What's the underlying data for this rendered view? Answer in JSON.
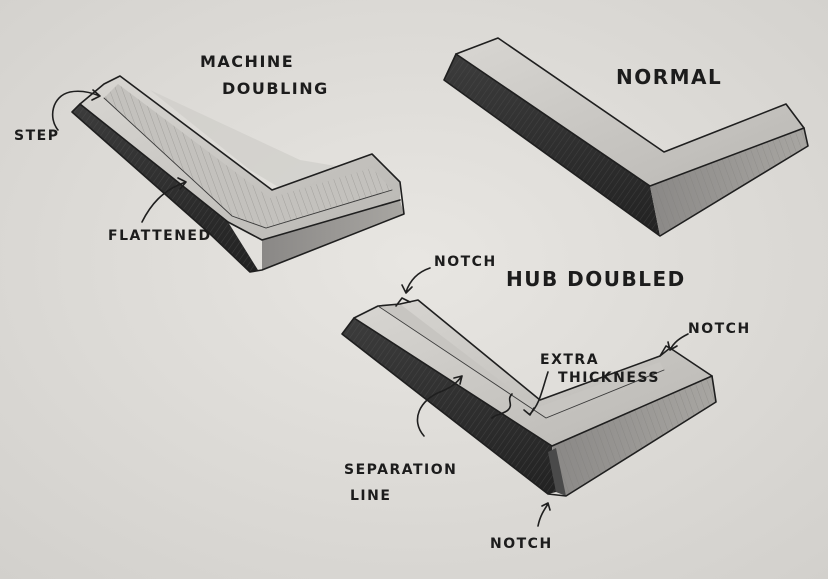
{
  "figures": {
    "machine": {
      "title_line1": "MACHINE",
      "title_line2": "DOUBLING",
      "step_label": "STEP",
      "flattened_label": "FLATTENED"
    },
    "normal": {
      "title": "NORMAL"
    },
    "hub": {
      "title": "HUB DOUBLED",
      "notch_top_label": "NOTCH",
      "notch_right_label": "NOTCH",
      "notch_bottom_label": "NOTCH",
      "extra_line1": "EXTRA",
      "extra_line2": "THICKNESS",
      "separation_line1": "SEPARATION",
      "separation_line2": "LINE"
    }
  },
  "colors": {
    "paper": "#e4e2de",
    "graphite_dark": "#2a2a2a",
    "graphite_mid": "#6e6e6e",
    "graphite_light": "#c9c7c3"
  }
}
